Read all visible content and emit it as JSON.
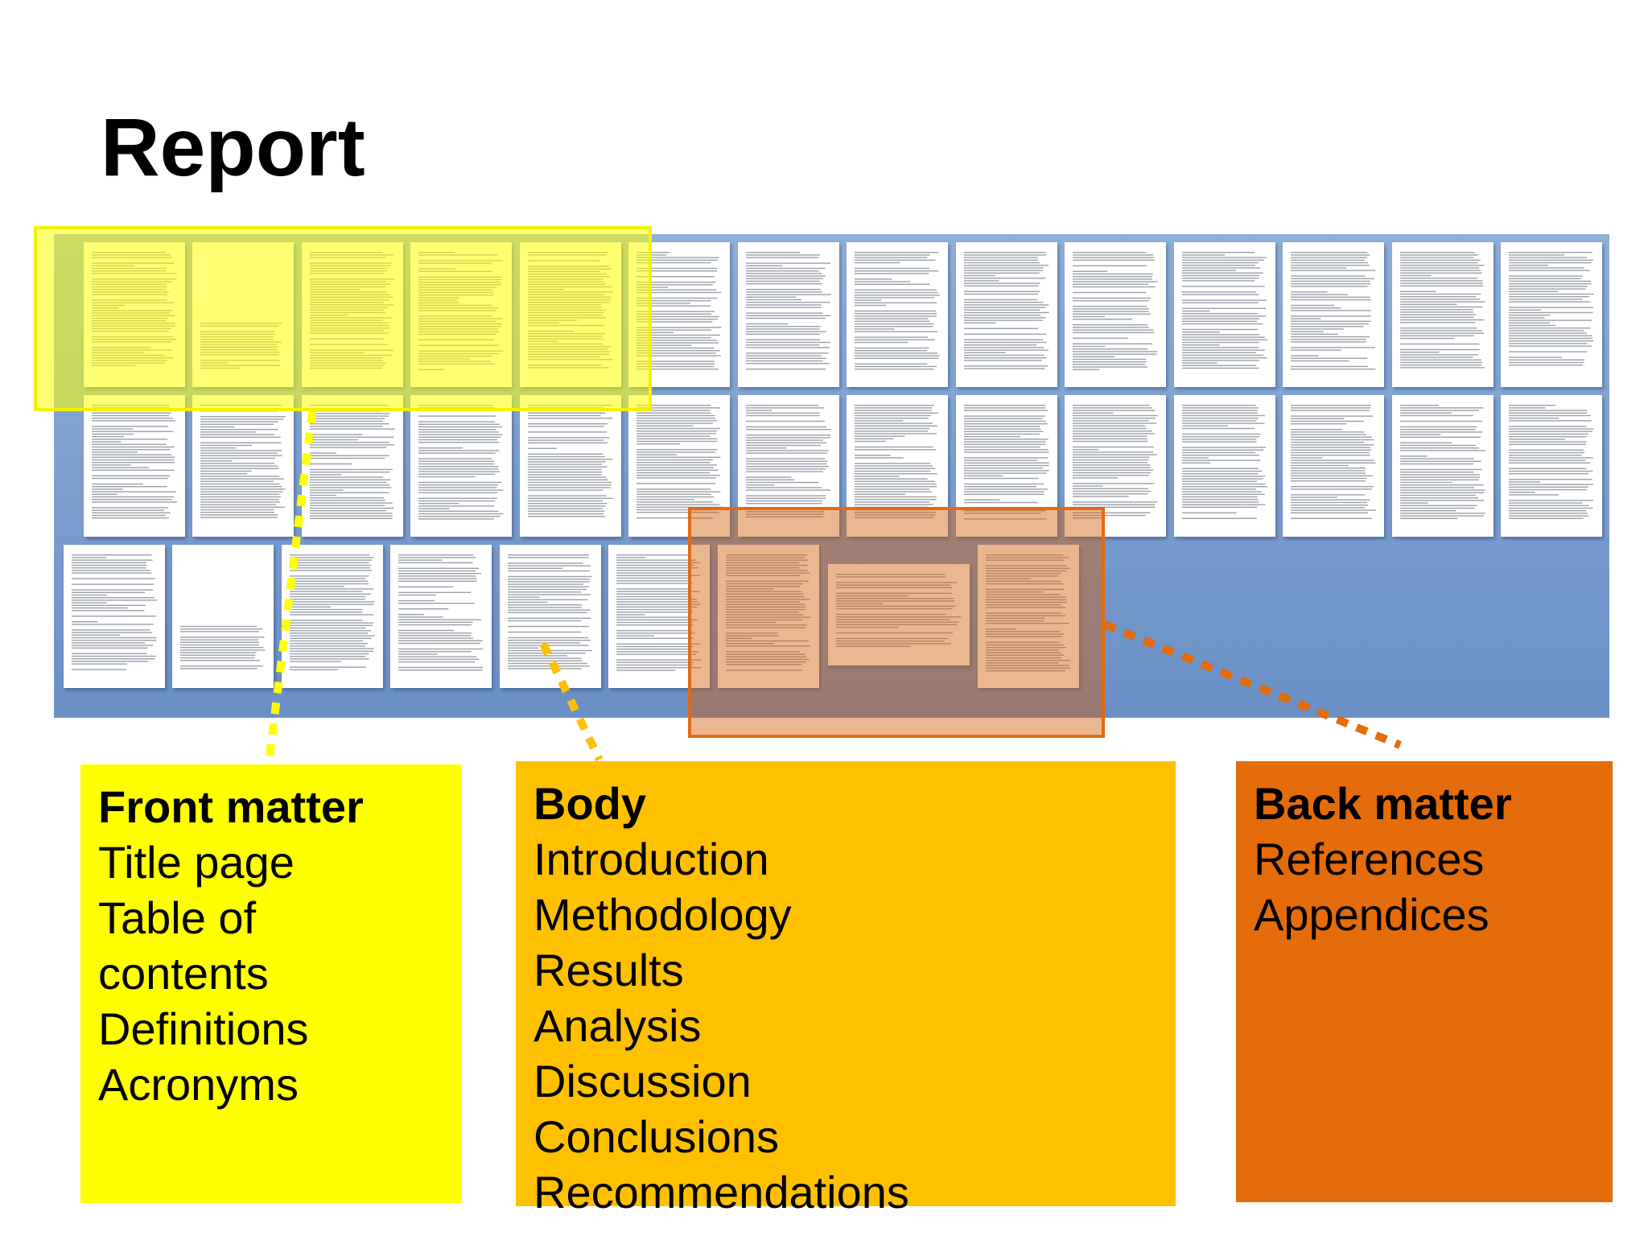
{
  "title": "Report",
  "sections": {
    "front": {
      "heading": "Front matter",
      "items": [
        "Title page",
        "Table of contents",
        "Definitions",
        "Acronyms"
      ],
      "color": "#ffff00"
    },
    "body": {
      "heading": "Body",
      "items": [
        "Introduction",
        "Methodology",
        "Results",
        "Analysis",
        "Discussion",
        "Conclusions",
        "Recommendations"
      ],
      "color": "#ffc000"
    },
    "back": {
      "heading": "Back matter",
      "items": [
        "References",
        "Appendices"
      ],
      "color": "#e46c0a"
    }
  },
  "colors": {
    "strip": "#7c9fcf",
    "front_highlight": "#ffff00",
    "back_highlight": "#e46c0a"
  }
}
